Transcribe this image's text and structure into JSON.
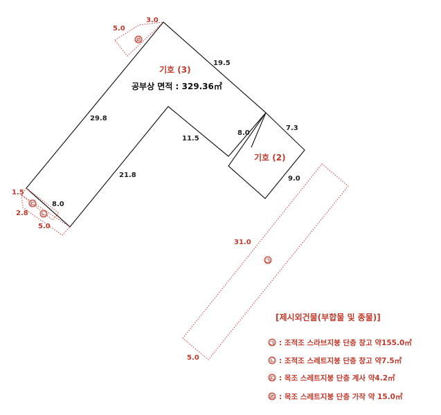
{
  "main_building": {
    "label": "기호 (3)",
    "area_text": "공부상 면적 : 329.36㎡",
    "dims": {
      "top": "19.5",
      "left": "29.8",
      "inner_diag": "21.8",
      "inner_top": "11.5",
      "bottom": "8.0"
    }
  },
  "annex_building": {
    "label": "기호 (2)",
    "dims": {
      "left": "8.0",
      "top": "7.3",
      "right": "9.0"
    }
  },
  "structure_a": {
    "mark": "㉠",
    "dims": {
      "long": "31.0",
      "short": "5.0"
    }
  },
  "structure_b": {
    "mark": "㉡",
    "dims": {
      "a": "2.8",
      "b": "5.0"
    }
  },
  "structure_c": {
    "mark": "㉢",
    "dims": {
      "a": "1.5"
    }
  },
  "structure_d": {
    "mark": "㉣",
    "dims": {
      "a": "5.0",
      "b": "3.0"
    }
  },
  "legend": {
    "title": "[제시외건물(부합물 및 종물)]",
    "items": [
      {
        "mark": "㉠",
        "text": ": 조적조 스라브지붕 단층 창고 약155.0㎡"
      },
      {
        "mark": "㉡",
        "text": ": 조적조 스레트지붕 단층 창고 약7.5㎡"
      },
      {
        "mark": "㉢",
        "text": ": 목조 스레트지붕 단층 계사 약4.2㎡"
      },
      {
        "mark": "㉣",
        "text": ": 목조 스레트지붕 단층 가작 약 15.0㎡"
      }
    ]
  },
  "colors": {
    "accent": "#c0392b",
    "line": "#1a1a1a",
    "dotted": "#d9534f"
  }
}
